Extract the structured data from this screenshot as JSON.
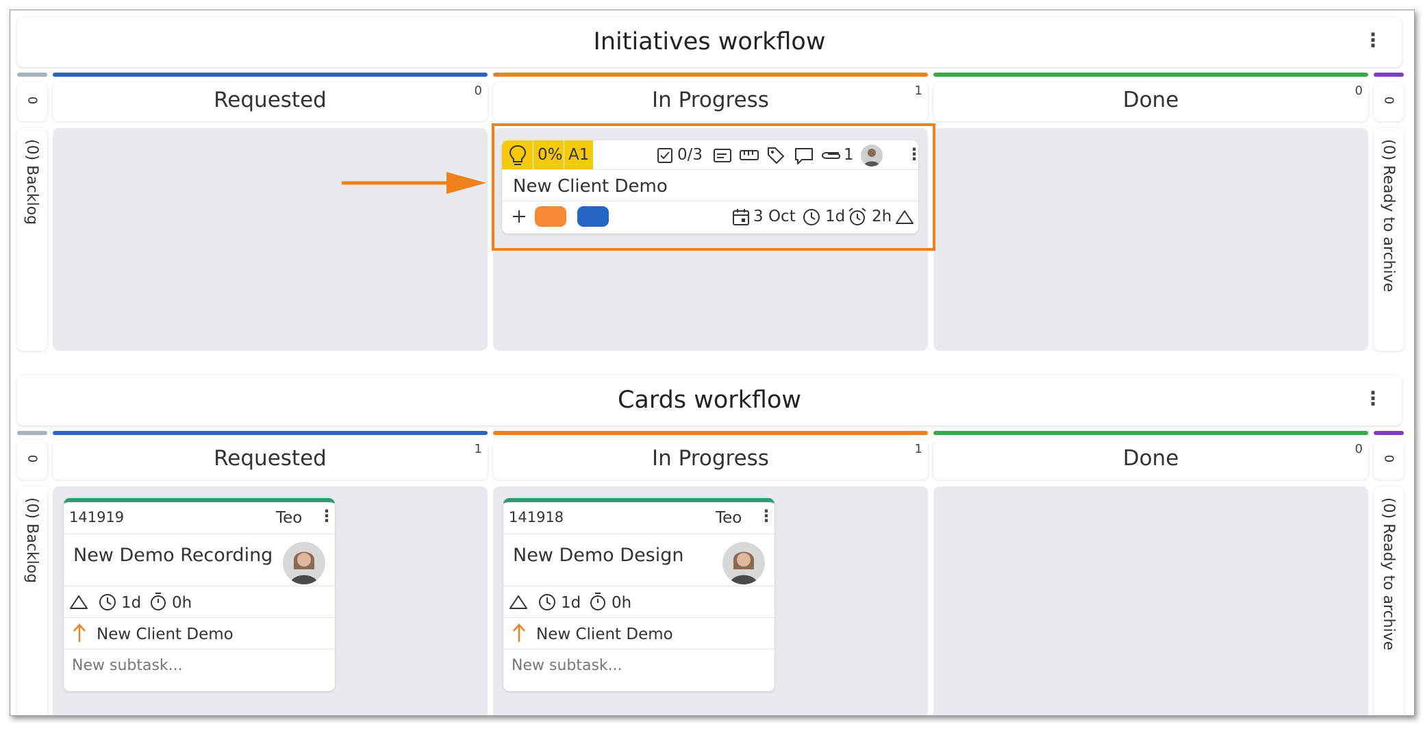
{
  "initiatives": {
    "title": "Initiatives workflow",
    "left_side": {
      "count": "0",
      "label": "(0) Backlog"
    },
    "right_side": {
      "count": "0",
      "label": "(0) Ready to archive"
    },
    "columns": [
      {
        "title": "Requested",
        "count": "0",
        "color": "#2d63c8"
      },
      {
        "title": "In Progress",
        "count": "1",
        "color": "#f0821e"
      },
      {
        "title": "Done",
        "count": "0",
        "color": "#3aa949"
      }
    ],
    "card": {
      "percent": "0%",
      "code": "A1",
      "checklist": "0/3",
      "attachments": "1",
      "title": "New Client Demo",
      "date": "3 Oct",
      "duration": "1d",
      "time": "2h",
      "pill_colors": [
        "#f58a33",
        "#2466c4"
      ]
    }
  },
  "cards_wf": {
    "title": "Cards workflow",
    "left_side": {
      "count": "0",
      "label": "(0) Backlog"
    },
    "right_side": {
      "count": "0",
      "label": "(0) Ready to archive"
    },
    "columns": [
      {
        "title": "Requested",
        "count": "1",
        "color": "#2d63c8"
      },
      {
        "title": "In Progress",
        "count": "1",
        "color": "#f0821e"
      },
      {
        "title": "Done",
        "count": "0",
        "color": "#3aa949"
      }
    ],
    "cards": [
      {
        "id": "141919",
        "owner": "Teo",
        "title": "New Demo Recording",
        "duration": "1d",
        "time": "0h",
        "parent": "New Client Demo",
        "subtask_placeholder": "New subtask..."
      },
      {
        "id": "141918",
        "owner": "Teo",
        "title": "New Demo Design",
        "duration": "1d",
        "time": "0h",
        "parent": "New Client Demo",
        "subtask_placeholder": "New subtask..."
      }
    ]
  },
  "colors": {
    "accent_orange": "#f0821e",
    "initiative_tag": "#f6c90a",
    "card_top_border": "#2e9c6e",
    "strip_gray": "#a9b2bb",
    "strip_purple": "#7a3fc4"
  }
}
